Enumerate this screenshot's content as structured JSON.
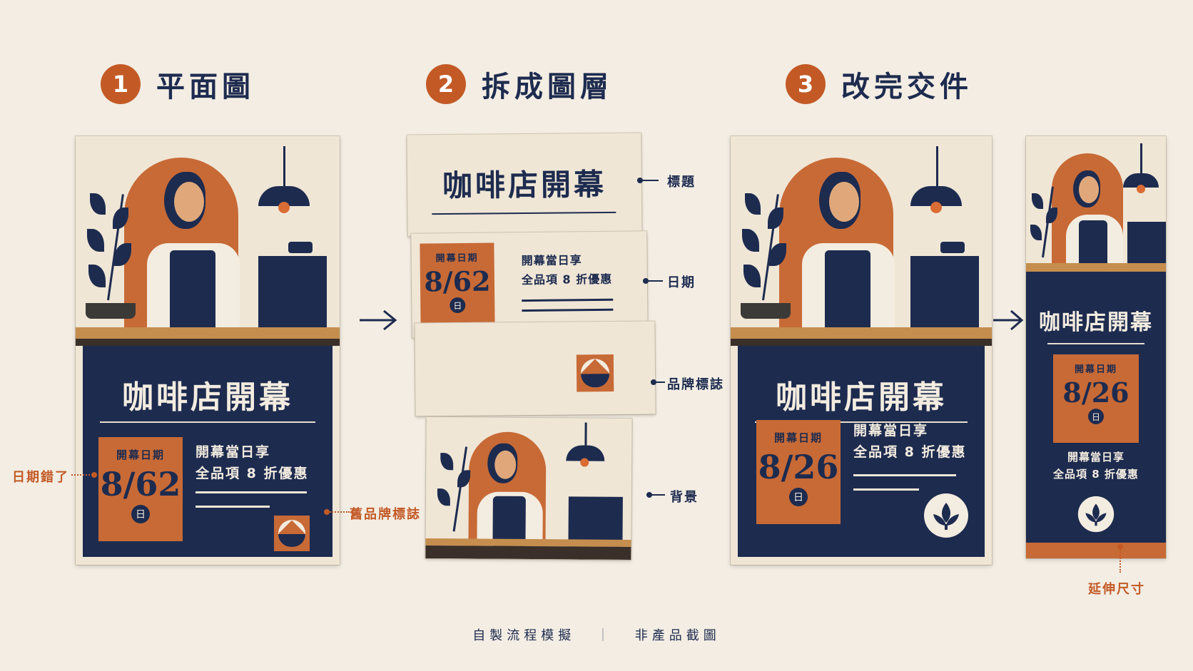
{
  "steps": [
    {
      "num": "1",
      "title": "平面圖"
    },
    {
      "num": "2",
      "title": "拆成圖層"
    },
    {
      "num": "3",
      "title": "改完交件"
    }
  ],
  "poster": {
    "title": "咖啡店開幕",
    "date_label": "開幕日期",
    "date_wrong": "8/62",
    "date_fixed": "8/26",
    "day": "日",
    "offer_line1": "開幕當日享",
    "offer_line2": "全品項 8 折優惠"
  },
  "callouts": {
    "date_wrong": "日期錯了",
    "old_logo": "舊品牌標誌",
    "layer_title": "標題",
    "layer_date": "日期",
    "layer_logo": "品牌標誌",
    "layer_bg": "背景",
    "extend": "延伸尺寸"
  },
  "footer": {
    "left": "自製流程模擬",
    "separator": "｜",
    "right": "非產品截圖"
  },
  "colors": {
    "navy": "#1d2b4f",
    "orange": "#c86a36",
    "accent": "#c35a26",
    "paper": "#efe6d6",
    "background": "#f3ede3"
  }
}
